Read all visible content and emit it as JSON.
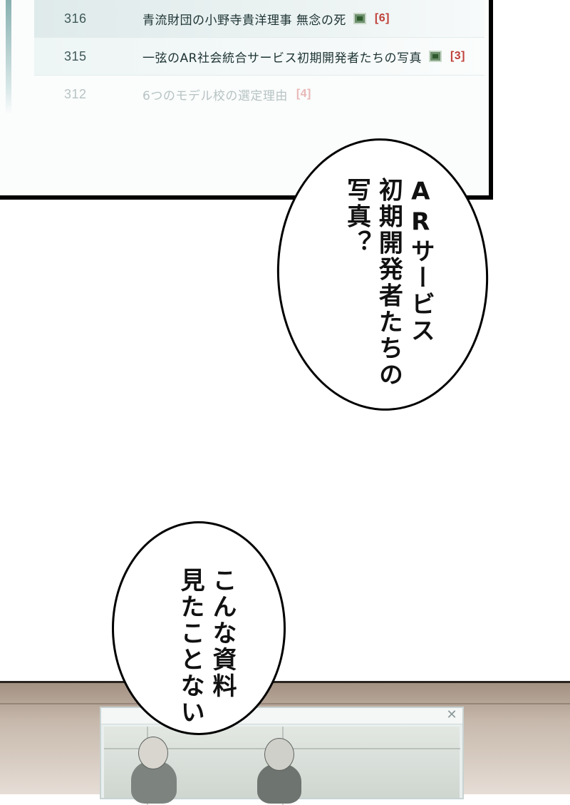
{
  "article_list": {
    "rows": [
      {
        "number": "316",
        "title": "青流財団の小野寺貴洋理事 無念の死",
        "has_image": true,
        "comments": "[6]"
      },
      {
        "number": "315",
        "title": "一弦のAR社会統合サービス初期開発者たちの写真",
        "has_image": true,
        "comments": "[3]"
      },
      {
        "number": "312",
        "title": "6つのモデル校の選定理由",
        "has_image": false,
        "comments": "[4]"
      }
    ]
  },
  "bubbles": {
    "first": "ARサービス\n初期開発者たちの\n写真？",
    "second": "こんな資料\n見たことない"
  },
  "popup": {
    "close_glyph": "✕"
  },
  "colors": {
    "comment_count": "#c0403a",
    "screen_frame": "#000000",
    "room_wall": "#a39182"
  }
}
